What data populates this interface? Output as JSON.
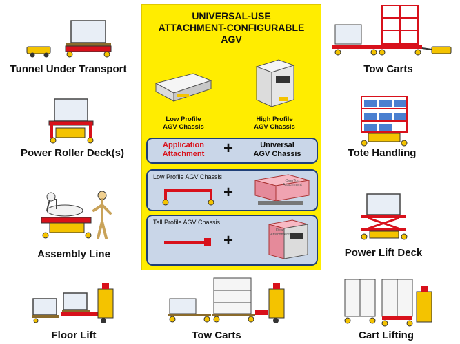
{
  "panel": {
    "title_line1": "UNIVERSAL-USE",
    "title_line2": "ATTACHMENT-CONFIGURABLE",
    "title_line3": "AGV",
    "low_profile_caption": "Low Profile\nAGV Chassis",
    "high_profile_caption": "High Profile\nAGV Chassis",
    "formula": {
      "left": "Application\nAttachment",
      "plus": "+",
      "right": "Universal\nAGV Chassis"
    },
    "low_profile_box": {
      "label": "Low Profile AGV Chassis",
      "plus": "+",
      "attachment_label": "OverTop\nAttachment"
    },
    "tall_profile_box": {
      "label": "Tall Profile AGV Chassis",
      "plus": "+",
      "attachment_label": "Rear\nAttachment"
    }
  },
  "captions": {
    "tunnel_under": "Tunnel Under Transport",
    "power_roller": "Power Roller Deck(s)",
    "assembly_line": "Assembly Line",
    "floor_lift": "Floor Lift",
    "tow_carts_bottom": "Tow Carts",
    "tow_carts_top": "Tow Carts",
    "tote_handling": "Tote Handling",
    "power_lift_deck": "Power Lift Deck",
    "cart_lifting": "Cart Lifting"
  },
  "colors": {
    "panel_yellow": "#ffed00",
    "box_fill": "#c9d6e8",
    "box_border": "#1f3f78",
    "attachment_red": "#d8111b",
    "agv_yellow": "#f4c300"
  }
}
